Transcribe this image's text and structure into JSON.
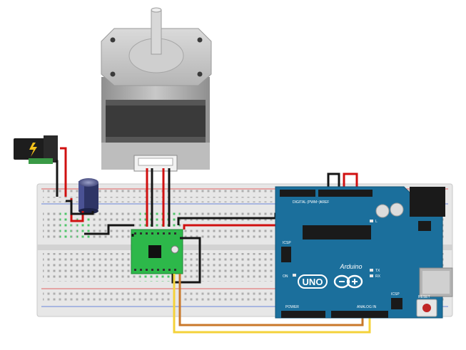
{
  "board": {
    "model": "UNO",
    "brand": "Arduino",
    "pin_group_digital": "DIGITAL (PWM~)",
    "pin_group_power": "POWER",
    "pin_group_analog": "ANALOG IN",
    "icsp_label": "ICSP",
    "icsp2_label": "ICSP",
    "on_led": "ON",
    "tx_led": "TX",
    "rx_led": "RX",
    "l_led": "L",
    "reset_label": "RESET",
    "aref_label": "AREF"
  },
  "colors": {
    "board": "#1b6f9c",
    "breadboard": "#e9e9e9",
    "driver_pcb": "#2db84a",
    "wire_red": "#d01010",
    "wire_black": "#151515",
    "wire_yellow": "#f4d23a",
    "wire_orange": "#c9782a",
    "wire_green": "#2aa84a",
    "wire_blue": "#2b66c9",
    "rail_red": "#e06060",
    "rail_blue": "#6a86d8"
  },
  "icons": [
    "stepper-motor",
    "dc-barrel-jack",
    "electrolytic-capacitor",
    "a4988-driver",
    "arduino-uno",
    "breadboard"
  ]
}
